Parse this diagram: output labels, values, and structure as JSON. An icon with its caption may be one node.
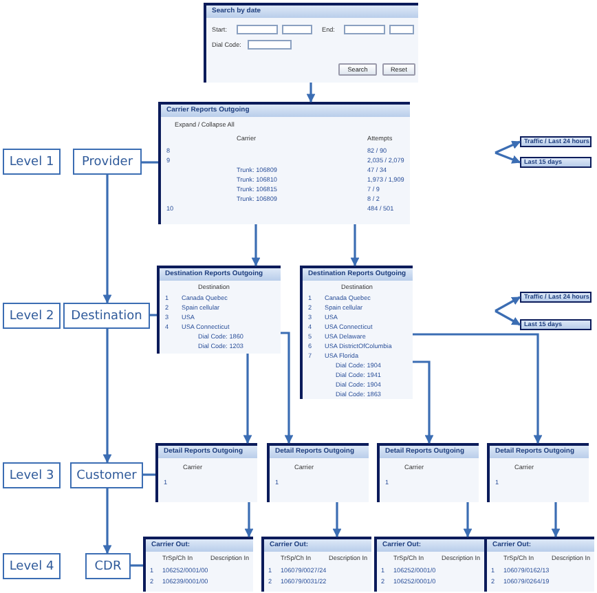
{
  "diagram": {
    "nodes": [
      {
        "text": [
          "Level 1"
        ]
      },
      {
        "text": [
          "Provider"
        ]
      },
      {
        "text": [
          "Level 2"
        ]
      },
      {
        "text": [
          "Destination"
        ]
      },
      {
        "text": [
          "Level 3"
        ]
      },
      {
        "text": [
          "Customer"
        ]
      },
      {
        "text": [
          "Level 4"
        ]
      },
      {
        "text": [
          "CDR"
        ]
      },
      {
        "text": [
          "Search by date",
          "Start:",
          "End:",
          "Dial Code:",
          "Search",
          "Reset"
        ]
      },
      {
        "text": [
          "Carrier Reports Outgoing",
          "Expand / Collapse All",
          "Carrier",
          "Attempts",
          "8",
          "82 / 90",
          "9",
          "2,035 / 2,079",
          "Trunk: 106809",
          "47 / 34",
          "Trunk: 106810",
          "1,973 / 1,909",
          "Trunk: 106815",
          "7 / 9",
          "Trunk: 106809",
          "8 / 2",
          "10",
          "484 / 501"
        ]
      },
      {
        "text": [
          "Destination Reports Outgoing",
          "Destination",
          "1",
          "Canada Quebec",
          "2",
          "Spain cellular",
          "3",
          "USA",
          "4",
          "USA Connecticut",
          "Dial Code: 1860",
          "Dial Code: 1203"
        ]
      },
      {
        "text": [
          "Destination Reports Outgoing",
          "Destination",
          "1",
          "Canada Quebec",
          "2",
          "Spain cellular",
          "3",
          "USA",
          "4",
          "USA Connecticut",
          "5",
          "USA Delaware",
          "6",
          "USA DistrictOfColumbia",
          "7",
          "USA Florida",
          "Dial Code: 1904",
          "Dial Code: 1941",
          "Dial Code: 1904",
          "Dial Code: 1863"
        ]
      },
      {
        "text": [
          "Detail Reports Outgoing",
          "Carrier",
          "1"
        ]
      },
      {
        "text": [
          "Detail Reports Outgoing",
          "Carrier",
          "1"
        ]
      },
      {
        "text": [
          "Detail Reports Outgoing",
          "Carrier",
          "1"
        ]
      },
      {
        "text": [
          "Detail Reports Outgoing",
          "Carrier",
          "1"
        ]
      },
      {
        "text": [
          "Carrier Out:",
          "TrSp/Ch In",
          "Description In",
          "1",
          "106252/0001/00",
          "2",
          "106239/0001/00"
        ]
      },
      {
        "text": [
          "Carrier Out:",
          "TrSp/Ch In",
          "Description In",
          "1",
          "106079/0027/24",
          "2",
          "106079/0031/22"
        ]
      },
      {
        "text": [
          "Carrier Out:",
          "TrSp/Ch In",
          "Description In",
          "1",
          "106252/0001/0",
          "2",
          "106252/0001/0"
        ]
      },
      {
        "text": [
          "Carrier Out:",
          "TrSp/Ch In",
          "Description In",
          "1",
          "106079/0162/13",
          "2",
          "106079/0264/19"
        ]
      },
      {
        "text": [
          "Traffic / Last 24 hours"
        ]
      },
      {
        "text": [
          "Last 15 days"
        ]
      },
      {
        "text": [
          "Traffic / Last 24 hours"
        ]
      },
      {
        "text": [
          "Last 15 days"
        ]
      }
    ],
    "edges": [
      {
        "from": 8,
        "to": 9,
        "arrow": "to"
      },
      {
        "from": 9,
        "to": 10,
        "arrow": "to"
      },
      {
        "from": 9,
        "to": 11,
        "arrow": "to"
      },
      {
        "from": 10,
        "to": 12,
        "arrow": "to"
      },
      {
        "from": 10,
        "to": 13,
        "arrow": "to"
      },
      {
        "from": 11,
        "to": 14,
        "arrow": "to"
      },
      {
        "from": 11,
        "to": 15,
        "arrow": "to"
      },
      {
        "from": 12,
        "to": 16,
        "arrow": "to"
      },
      {
        "from": 13,
        "to": 17,
        "arrow": "to"
      },
      {
        "from": 14,
        "to": 18,
        "arrow": "to"
      },
      {
        "from": 15,
        "to": 19,
        "arrow": "to"
      },
      {
        "from": 1,
        "to": 3,
        "arrow": "to"
      },
      {
        "from": 3,
        "to": 5,
        "arrow": "to"
      },
      {
        "from": 5,
        "to": 7,
        "arrow": "to"
      },
      {
        "from": 1,
        "to": 9,
        "arrow": "none"
      },
      {
        "from": 3,
        "to": 10,
        "arrow": "none"
      },
      {
        "from": 5,
        "to": 12,
        "arrow": "none"
      },
      {
        "from": 7,
        "to": 16,
        "arrow": "none"
      },
      {
        "from": null,
        "to": 20,
        "arrow": "to"
      },
      {
        "from": null,
        "to": 21,
        "arrow": "to"
      },
      {
        "from": null,
        "to": 22,
        "arrow": "to"
      },
      {
        "from": null,
        "to": 23,
        "arrow": "to"
      }
    ]
  }
}
